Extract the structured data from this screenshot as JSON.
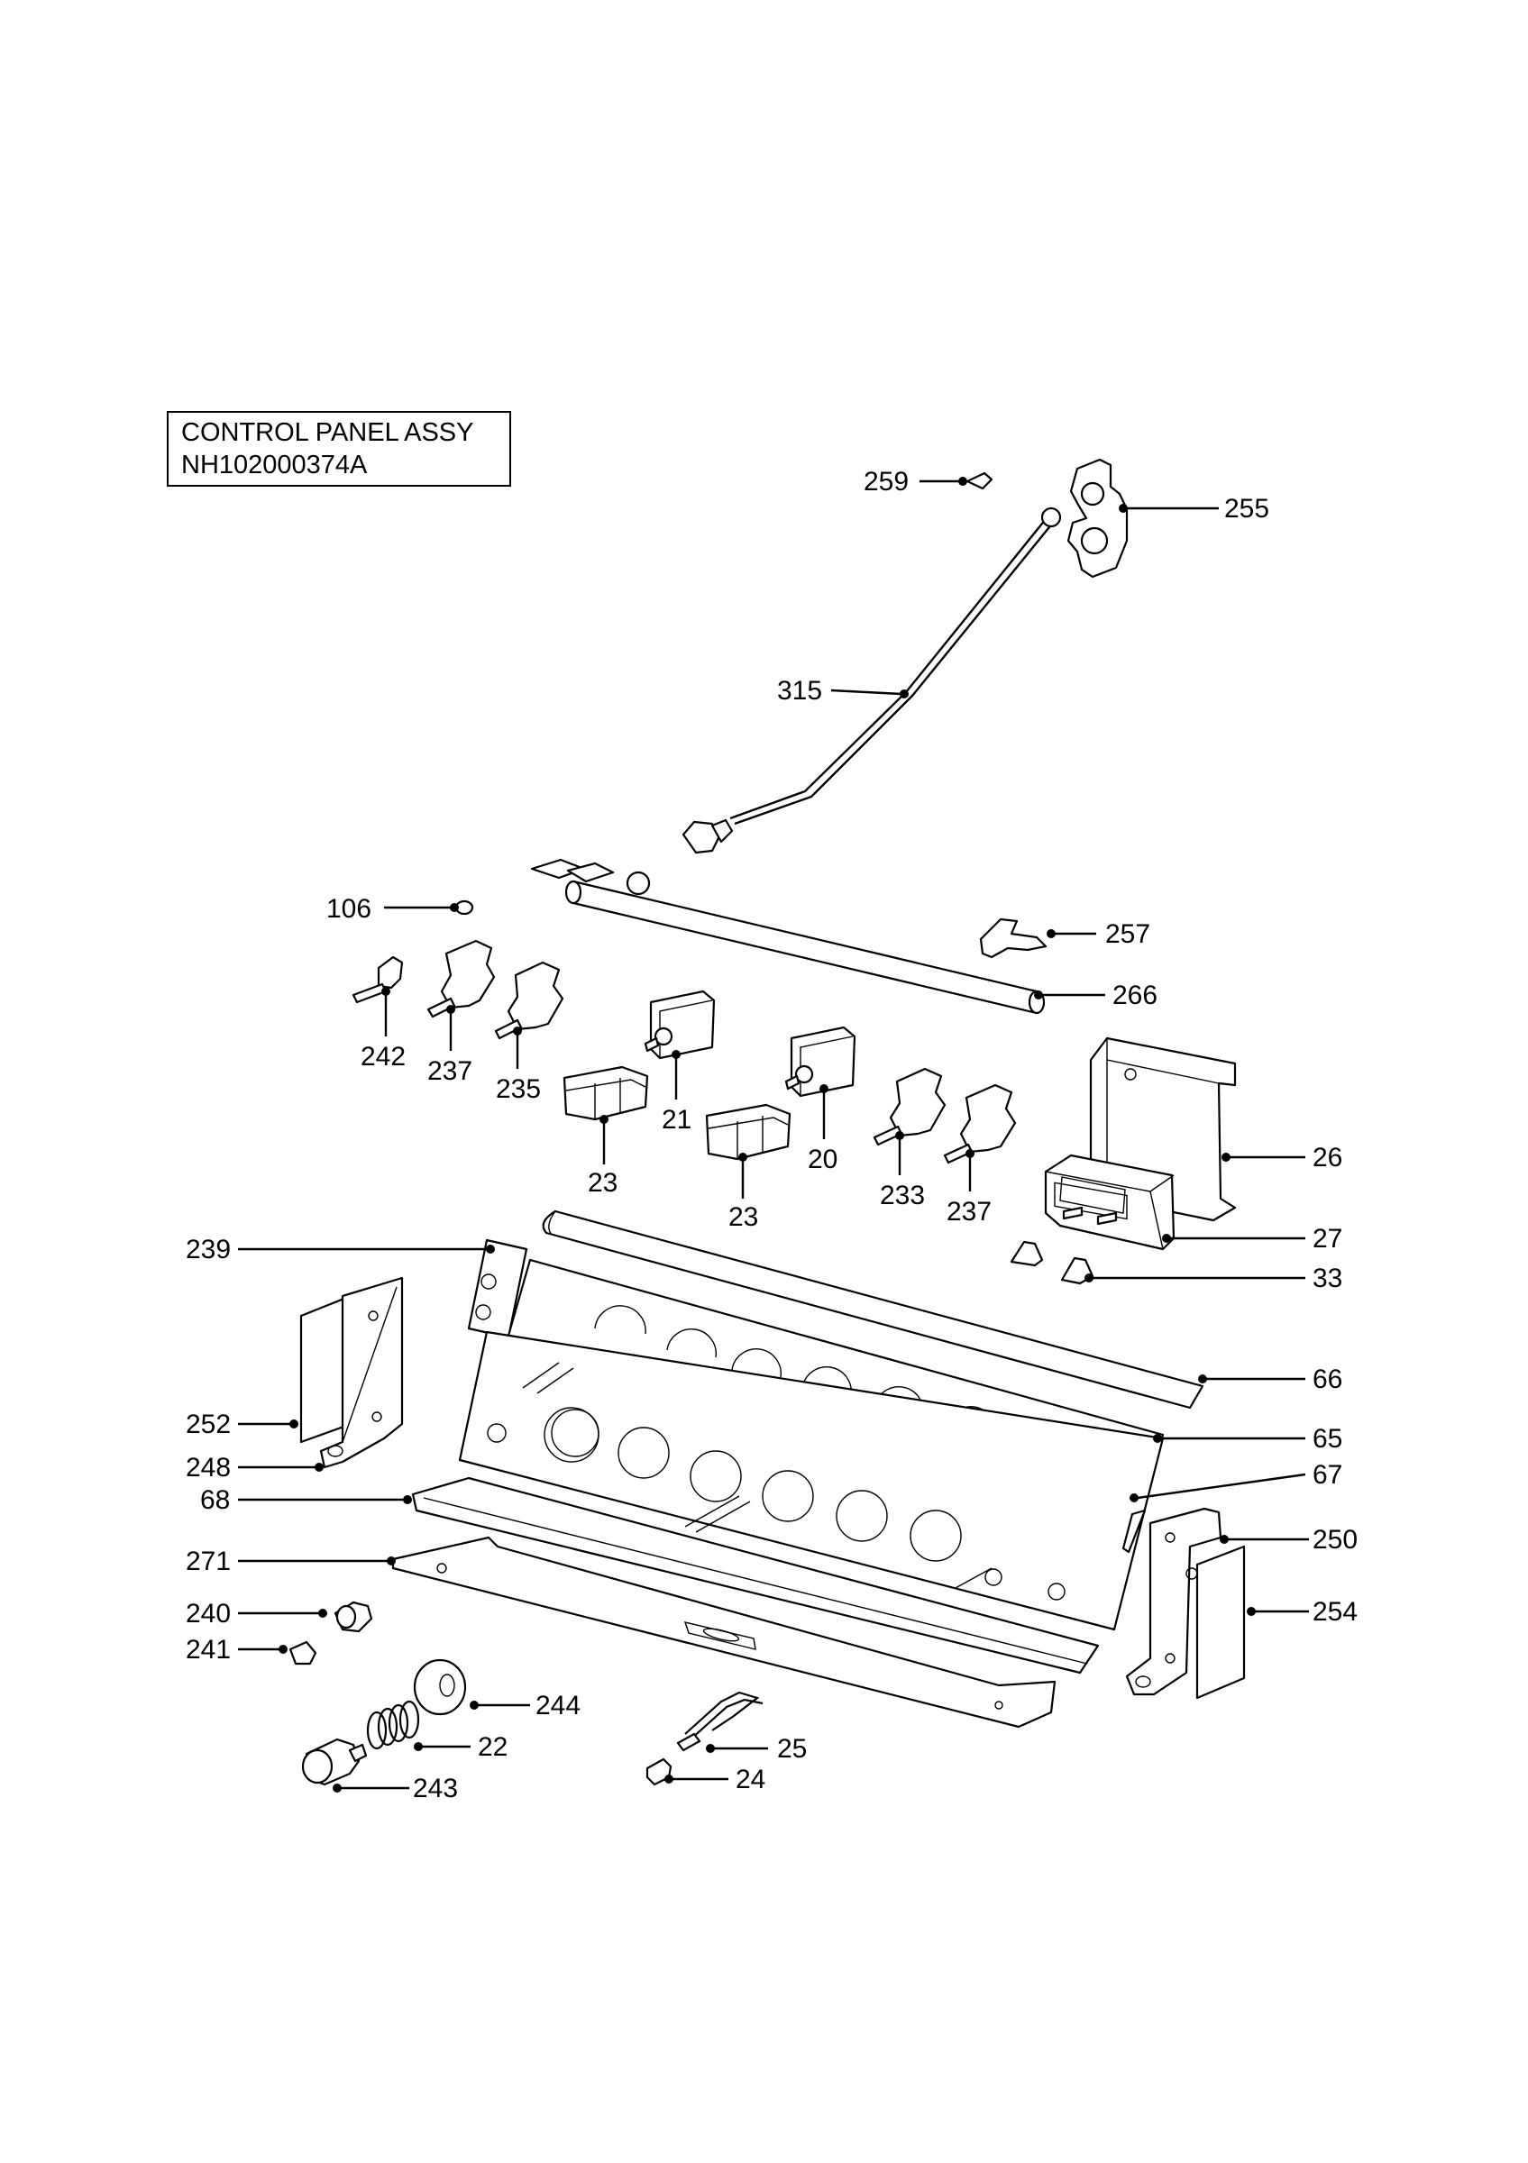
{
  "title": {
    "line1": "CONTROL PANEL ASSY",
    "line2": "NH102000374A"
  },
  "callouts": [
    {
      "id": "c259",
      "label": "259"
    },
    {
      "id": "c255",
      "label": "255"
    },
    {
      "id": "c315",
      "label": "315"
    },
    {
      "id": "c106",
      "label": "106"
    },
    {
      "id": "c257",
      "label": "257"
    },
    {
      "id": "c266",
      "label": "266"
    },
    {
      "id": "c242",
      "label": "242"
    },
    {
      "id": "c237a",
      "label": "237"
    },
    {
      "id": "c235",
      "label": "235"
    },
    {
      "id": "c21",
      "label": "21"
    },
    {
      "id": "c23a",
      "label": "23"
    },
    {
      "id": "c23b",
      "label": "23"
    },
    {
      "id": "c20",
      "label": "20"
    },
    {
      "id": "c233",
      "label": "233"
    },
    {
      "id": "c237b",
      "label": "237"
    },
    {
      "id": "c26",
      "label": "26"
    },
    {
      "id": "c27",
      "label": "27"
    },
    {
      "id": "c33",
      "label": "33"
    },
    {
      "id": "c239",
      "label": "239"
    },
    {
      "id": "c66",
      "label": "66"
    },
    {
      "id": "c65",
      "label": "65"
    },
    {
      "id": "c67",
      "label": "67"
    },
    {
      "id": "c252",
      "label": "252"
    },
    {
      "id": "c248",
      "label": "248"
    },
    {
      "id": "c68",
      "label": "68"
    },
    {
      "id": "c250",
      "label": "250"
    },
    {
      "id": "c271",
      "label": "271"
    },
    {
      "id": "c254",
      "label": "254"
    },
    {
      "id": "c240",
      "label": "240"
    },
    {
      "id": "c241",
      "label": "241"
    },
    {
      "id": "c244",
      "label": "244"
    },
    {
      "id": "c22",
      "label": "22"
    },
    {
      "id": "c243",
      "label": "243"
    },
    {
      "id": "c25",
      "label": "25"
    },
    {
      "id": "c24",
      "label": "24"
    }
  ]
}
